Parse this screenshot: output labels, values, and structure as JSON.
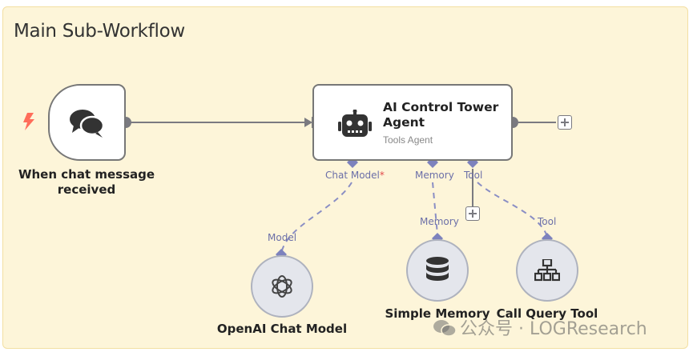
{
  "sticky": {
    "title": "Main Sub-Workflow"
  },
  "nodes": {
    "trigger": {
      "label": "When chat message received",
      "icon": "chat-bubbles-icon"
    },
    "agent": {
      "title": "AI Control Tower Agent",
      "subtitle": "Tools Agent",
      "icon": "robot-icon"
    },
    "model": {
      "label": "OpenAI Chat Model",
      "icon": "openai-icon"
    },
    "memory": {
      "label": "Simple Memory",
      "icon": "database-icon"
    },
    "tool": {
      "label": "Call Query Tool",
      "icon": "network-icon"
    }
  },
  "connectors": {
    "chat_model": "Chat Model",
    "chat_model_required": "*",
    "memory": "Memory",
    "tool": "Tool",
    "model_in": "Model",
    "memory_in": "Memory",
    "tool_in": "Tool"
  },
  "watermark": {
    "text": "公众号 · LOGResearch"
  },
  "colors": {
    "sticky_bg": "#fdf5d9",
    "connector": "#8a8ec4",
    "wire": "#7a7a80",
    "trigger_bolt": "#ff6d5a"
  }
}
